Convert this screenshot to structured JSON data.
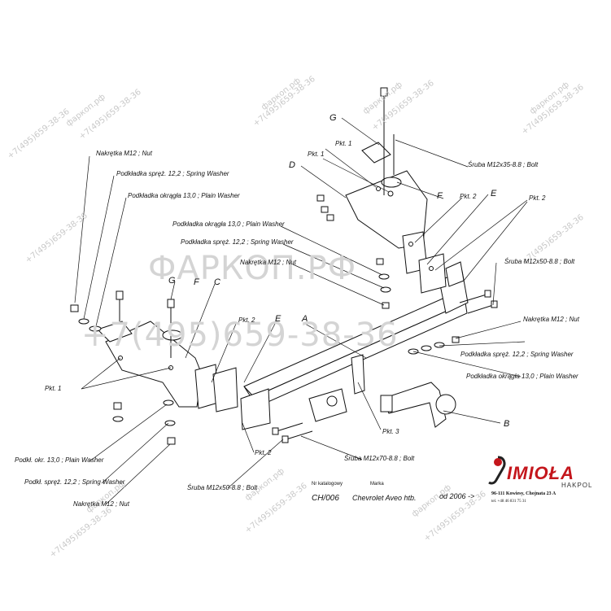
{
  "labels": {
    "nut_tl": "Nakrętka  M12 ; Nut",
    "spring_tl": "Podkładka spręż. 12,2 ; Spring Washer",
    "plain_tl": "Podkładka okrągła 13,0 ; Plain Washer",
    "plain_mid": "Podkładka okrągła 13,0 ; Plain Washer",
    "spring_mid": "Podkładka spręż. 12,2 ; Spring Washer",
    "nut_mid": "Nakrętka  M12 ; Nut",
    "bolt_top": "Śruba M12x35-8.8 ;  Bolt",
    "bolt_right": "Śruba M12x50-8.8 ;  Bolt",
    "nut_right": "Nakrętka  M12 ; Nut",
    "spring_right": "Podkładka spręż. 12,2 ; Spring Washer",
    "plain_right": "Podkładka okrągła 13,0 ; Plain Washer",
    "bolt_m70": "Śruba M12x70-8.8 ;  Bolt",
    "bolt_m50_bottom": "Śruba M12x50-8.8 ;  Bolt",
    "plain_bl": "Podkł. okr. 13,0 ;  Plain Washer",
    "spring_bl": "Podkł. spręż. 12,2 ; Spring Washer",
    "nut_bl": "Nakrętka  M12 ; Nut"
  },
  "callouts": {
    "G1": "G",
    "G2": "G",
    "D": "D",
    "F1": "F",
    "F2": "F",
    "E1": "E",
    "E2": "E",
    "C": "C",
    "A": "A",
    "B": "B",
    "pkt1_a": "Pkt. 1",
    "pkt1_b": "Pkt. 1",
    "pkt1_c": "Pkt. 1",
    "pkt2_a": "Pkt. 2",
    "pkt2_b": "Pkt. 2",
    "pkt2_c": "Pkt. 2",
    "pkt2_d": "Pkt. 2",
    "pkt3": "Pkt. 3"
  },
  "footer": {
    "catalog_label": "Nr katalogowy",
    "catalog_value": "CH/006",
    "brand_label": "Marka",
    "brand_value": "Chevrolet Aveo htb.",
    "date_value": "od 2006 ->",
    "company_address": "96-111 Kowiesy, Chojnata 23 A",
    "company_phone": "tel. +48 46 831 75 31"
  },
  "logo": {
    "name": "IMIOŁA",
    "sub": "HAKPOL",
    "color": "#c4161c"
  },
  "watermark": {
    "phone": "+7(495)659-38-36",
    "site": "фаркоп.рф",
    "big_top": "ФАРКОП.РФ",
    "big_bottom": "+7(495)659-38-36"
  }
}
